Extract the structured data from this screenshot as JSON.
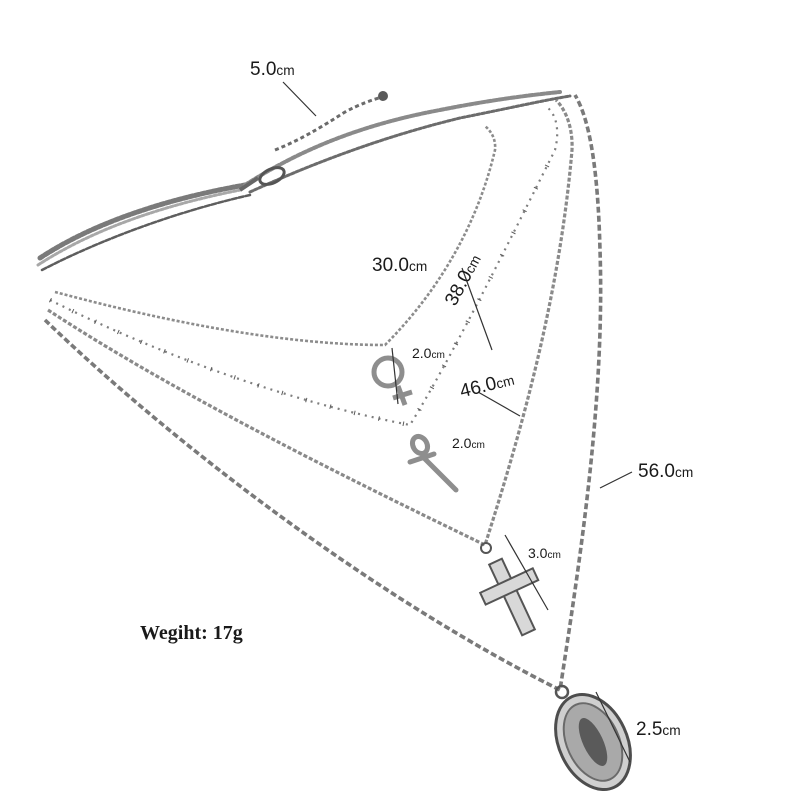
{
  "image": {
    "background": "#ffffff",
    "metal_color": "#9a9a9a",
    "metal_dark": "#4a4a4a"
  },
  "labels": {
    "clasp_extension": {
      "value": "5.0",
      "unit": "cm"
    },
    "chain1": {
      "value": "30.0",
      "unit": "cm"
    },
    "chain2": {
      "value": "38.0",
      "unit": "cm"
    },
    "chain3": {
      "value": "46.0",
      "unit": "cm"
    },
    "chain4": {
      "value": "56.0",
      "unit": "cm"
    },
    "pendant_female": {
      "value": "2.0",
      "unit": "cm"
    },
    "pendant_ankh": {
      "value": "2.0",
      "unit": "cm"
    },
    "pendant_cross": {
      "value": "3.0",
      "unit": "cm"
    },
    "pendant_medal": {
      "value": "2.5",
      "unit": "cm"
    },
    "weight": "Wegiht: 17g"
  }
}
